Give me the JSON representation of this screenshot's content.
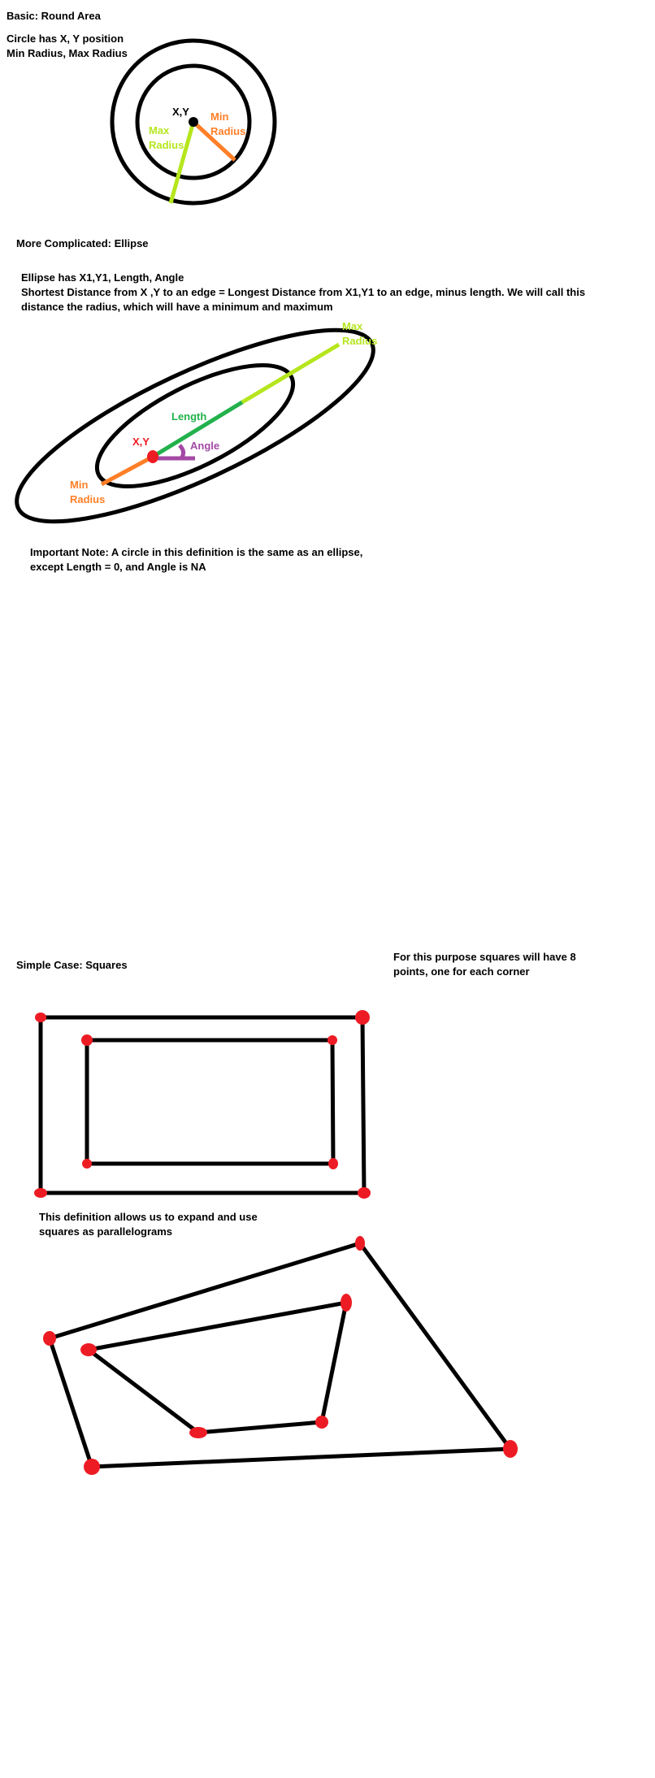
{
  "colors": {
    "outline": "#000000",
    "max_radius": "#b5e61d",
    "min_radius": "#ff7f27",
    "length": "#22b14c",
    "angle": "#a349a4",
    "point": "#ed1c24"
  },
  "basic": {
    "heading": "Basic: Round Area",
    "line1": "Circle has X, Y position",
    "line2": "Min Radius, Max Radius",
    "center_label": "X,Y",
    "min_radius_label": [
      "Min",
      "Radius"
    ],
    "max_radius_label": [
      "Max",
      "Radius"
    ]
  },
  "ellipse": {
    "heading": "More Complicated: Ellipse",
    "line1": "Ellipse has X1,Y1, Length, Angle",
    "line2": "Shortest Distance from X  ,Y   to an edge = Longest Distance from X1,Y1 to an edge, minus length. We will call this",
    "line3": "distance the radius, which will have a minimum and maximum",
    "center_label": "X,Y",
    "length_label": "Length",
    "angle_label": "Angle",
    "min_radius_label": [
      "Min",
      "Radius"
    ],
    "max_radius_label": [
      "Max",
      "Radius"
    ]
  },
  "note": {
    "line1": "Important Note: A circle in this definition is the same as an ellipse,",
    "line2": "except Length = 0, and Angle is NA"
  },
  "squares": {
    "heading": "Simple Case: Squares",
    "side_note": [
      "For this purpose squares will have 8",
      "points, one for each corner"
    ],
    "expand_note": [
      "This definition allows us to expand and use",
      "squares as parallelograms"
    ]
  }
}
